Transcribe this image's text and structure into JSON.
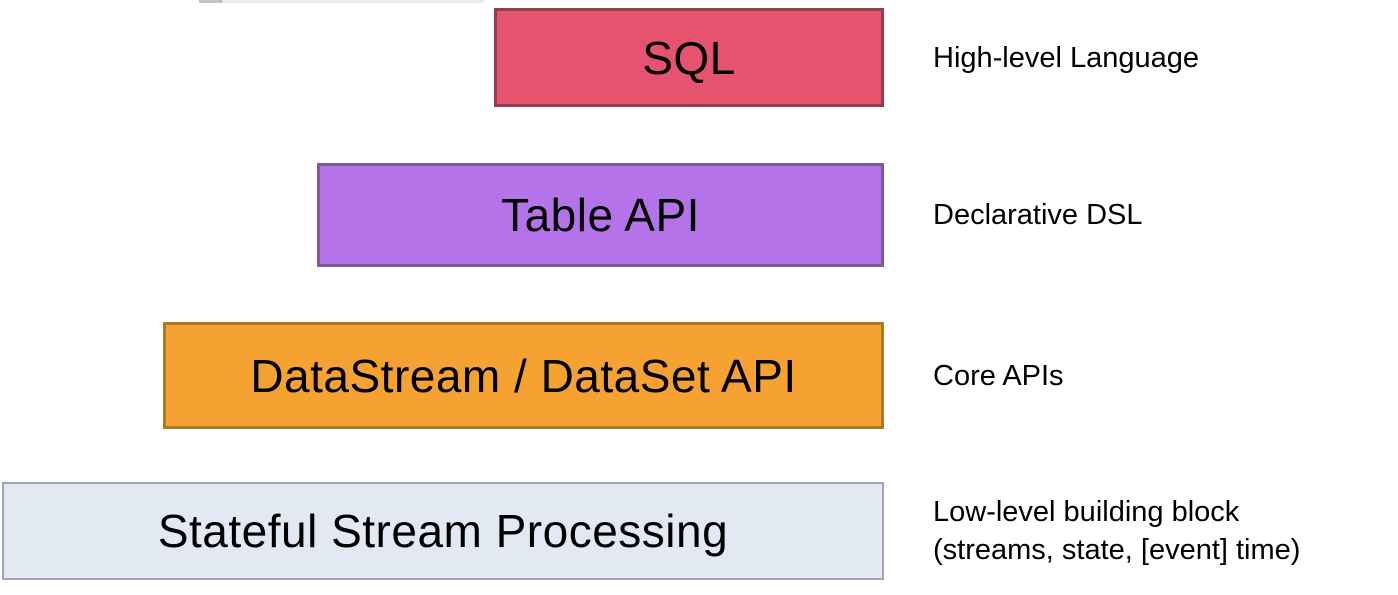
{
  "diagram": {
    "type": "layered-stack",
    "layers": [
      {
        "label": "SQL",
        "description_lines": [
          "High-level Language"
        ],
        "fill": "#e5536e",
        "border": "#943d4f"
      },
      {
        "label": "Table API",
        "description_lines": [
          "Declarative DSL"
        ],
        "fill": "#b573ea",
        "border": "#7d5a9e"
      },
      {
        "label": "DataStream / DataSet API",
        "description_lines": [
          "Core APIs"
        ],
        "fill": "#f5a233",
        "border": "#aa7b21"
      },
      {
        "label": "Stateful Stream Processing",
        "description_lines": [
          "Low-level building block",
          "(streams, state, [event] time)"
        ],
        "fill": "#e3e9f2",
        "border": "#9fa6b0"
      }
    ],
    "colors": {
      "text": "#000000",
      "background": "#ffffff"
    }
  }
}
